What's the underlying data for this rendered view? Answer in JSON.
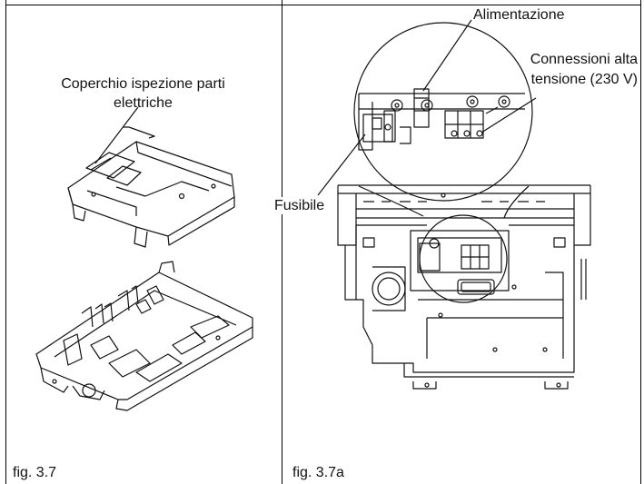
{
  "left_panel": {
    "callout_line1": "Coperchio ispezione parti",
    "callout_line2": "elettriche",
    "caption": "fig. 3.7"
  },
  "right_panel": {
    "label_power": "Alimentazione",
    "label_hv_line1": "Connessioni alta",
    "label_hv_line2": "tensione (230 V)",
    "label_fuse": "Fusibile",
    "caption": "fig. 3.7a"
  }
}
